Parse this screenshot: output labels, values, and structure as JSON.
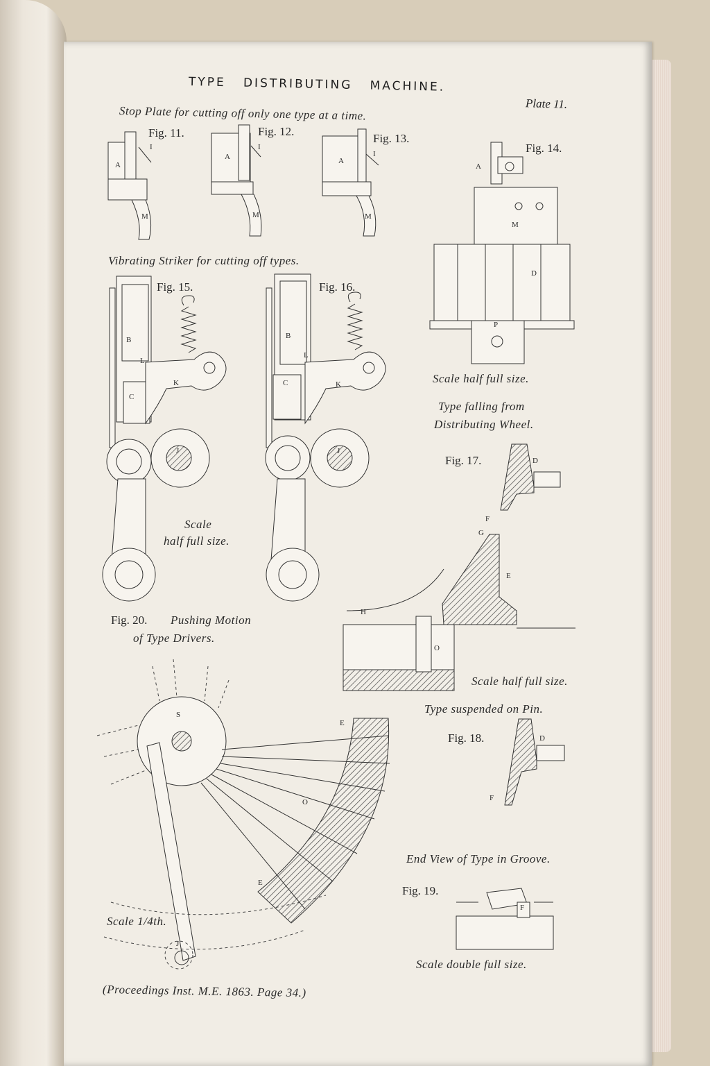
{
  "title": "TYPE   DISTRIBUTING   MACHINE.",
  "plate": "Plate 11.",
  "captions": {
    "stop_plate_1": "Stop  Plate   for   cutting   off  only  one  type  at  a  time.",
    "vibrating_striker": "Vibrating  Striker  for  cutting  off  types.",
    "scale_14": "Scale half full size.",
    "type_falling_1": "Type  falling  from",
    "type_falling_2": "Distributing   Wheel.",
    "scale_15_16_1": "Scale",
    "scale_15_16_2": "half full size.",
    "fig20_title_1": "Pushing   Motion",
    "fig20_title_2": "of  Type  Drivers.",
    "scale_17": "Scale half full size.",
    "type_suspended": "Type  suspended  on  Pin.",
    "end_view": "End View of Type in Groove.",
    "scale_19": "Scale  double  full  size.",
    "scale_20": "Scale 1/4th.",
    "footer": "(Proceedings Inst. M.E. 1863.  Page 34.)"
  },
  "figures": {
    "fig11": "Fig. 11.",
    "fig12": "Fig. 12.",
    "fig13": "Fig. 13.",
    "fig14": "Fig. 14.",
    "fig15": "Fig. 15.",
    "fig16": "Fig. 16.",
    "fig17": "Fig. 17.",
    "fig18": "Fig. 18.",
    "fig19": "Fig. 19.",
    "fig20": "Fig. 20."
  },
  "labels": {
    "A": "A",
    "I": "I",
    "M": "M",
    "B": "B",
    "C": "C",
    "K": "K",
    "L": "L",
    "J": "J",
    "D": "D",
    "E": "E",
    "P": "P",
    "F": "F",
    "G": "G",
    "H": "H",
    "O": "O",
    "S": "S"
  }
}
